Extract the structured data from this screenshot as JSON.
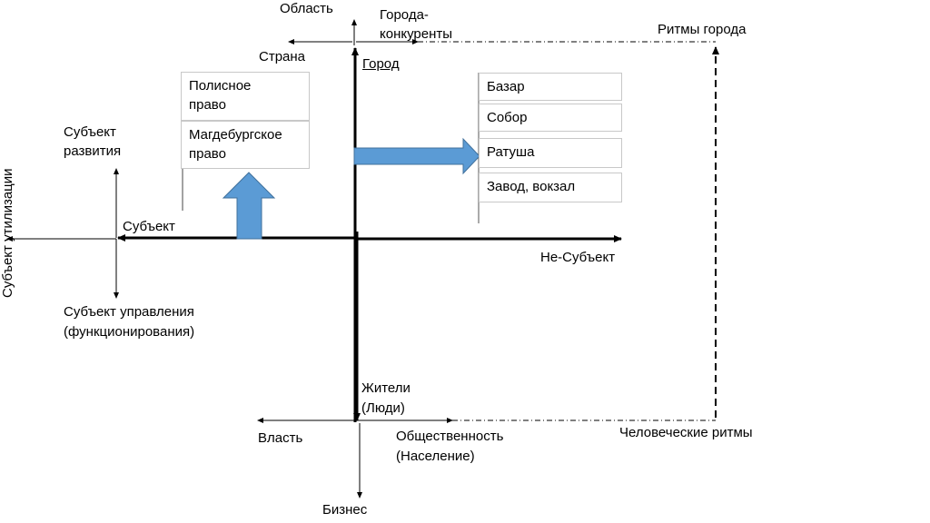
{
  "labels": {
    "oblast": "Область",
    "goroda_konkurenty_1": "Города-",
    "goroda_konkurenty_2": "конкуренты",
    "strana": "Страна",
    "gorod": "Город",
    "ritmy_goroda": "Ритмы города",
    "subekt_razvitiya_1": "Субъект",
    "subekt_razvitiya_2": "развития",
    "subekt": "Субъект",
    "subekt_utilizatsii": "Субъект утилизации",
    "subekt_upravleniya_1": "Субъект управления",
    "subekt_upravleniya_2": "(функционирования)",
    "ne_subekt": "Не-Субъект",
    "zhiteli_1": "Жители",
    "zhiteli_2": "(Люди)",
    "vlast": "Власть",
    "obshchestvennost_1": "Общественность",
    "obshchestvennost_2": "(Население)",
    "chelovecheskie_ritmy": "Человеческие ритмы",
    "biznes": "Бизнес"
  },
  "boxes_left": {
    "polisnoe_1": "Полисное",
    "polisnoe_2": "право",
    "magdeburg_1": "Магдебургское",
    "magdeburg_2": "право"
  },
  "boxes_right": [
    "Базар",
    "Собор",
    "Ратуша",
    "Завод, вокзал"
  ],
  "colors": {
    "arrow_fill": "#5b9bd5",
    "arrow_stroke": "#41719c",
    "line": "#000000"
  }
}
